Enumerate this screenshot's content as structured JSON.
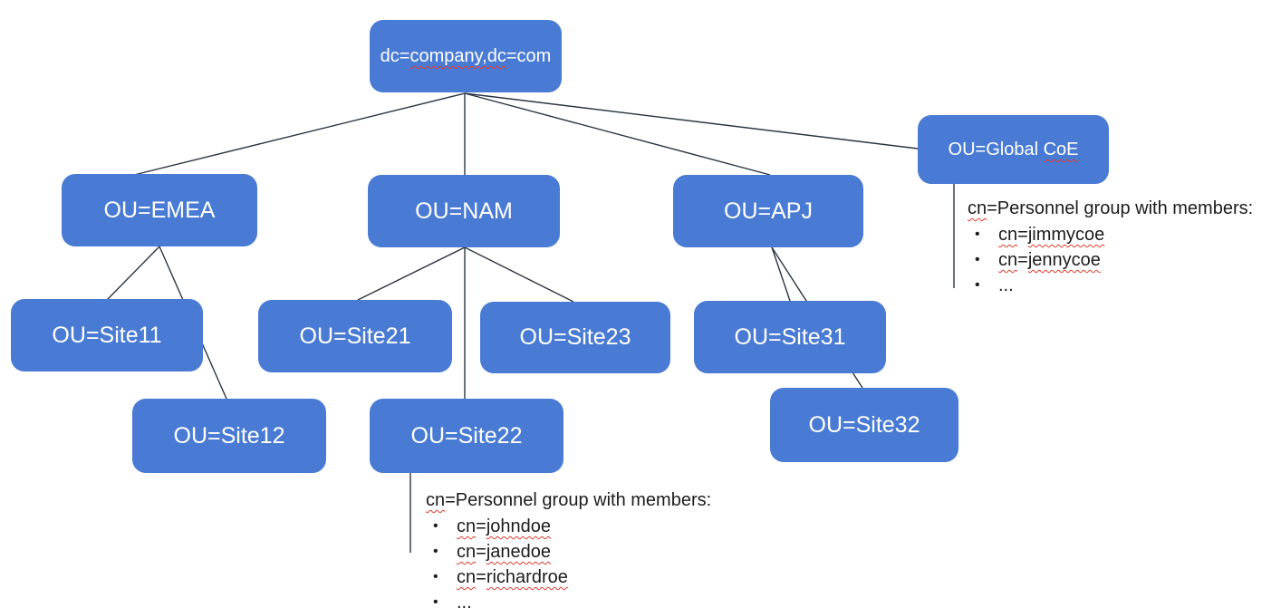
{
  "colors": {
    "box_fill": "#4a7bd4",
    "box_text": "#ffffff",
    "line": "#2a3642",
    "ann_text": "#1c1c1c",
    "squiggle": "#dd3b31"
  },
  "nodes": {
    "root": {
      "pre": "dc=",
      "sq": "company,dc",
      "post": "=com"
    },
    "emea": {
      "pre": "OU=EMEA",
      "sq": "",
      "post": ""
    },
    "nam": {
      "pre": "OU=NAM",
      "sq": "",
      "post": ""
    },
    "apj": {
      "pre": "OU=APJ",
      "sq": "",
      "post": ""
    },
    "gcoe": {
      "pre": "OU=Global ",
      "sq": "CoE",
      "post": ""
    },
    "site11": {
      "pre": "OU=Site11",
      "sq": "",
      "post": ""
    },
    "site12": {
      "pre": "OU=Site12",
      "sq": "",
      "post": ""
    },
    "site21": {
      "pre": "OU=Site21",
      "sq": "",
      "post": ""
    },
    "site22": {
      "pre": "OU=Site22",
      "sq": "",
      "post": ""
    },
    "site23": {
      "pre": "OU=Site23",
      "sq": "",
      "post": ""
    },
    "site31": {
      "pre": "OU=Site31",
      "sq": "",
      "post": ""
    },
    "site32": {
      "pre": "OU=Site32",
      "sq": "",
      "post": ""
    }
  },
  "annotations": {
    "site22": {
      "bullet": "•",
      "header_flagged": "cn",
      "header_rest": "=Personnel group with members:",
      "items": [
        {
          "a": "cn",
          "b": "=",
          "c": "johndoe"
        },
        {
          "a": "cn",
          "b": "=",
          "c": "janedoe"
        },
        {
          "a": "cn",
          "b": "=",
          "c": "richardroe"
        },
        {
          "a": "",
          "b": "...",
          "c": ""
        }
      ]
    },
    "gcoe": {
      "bullet": "•",
      "header_flagged": "cn",
      "header_rest": "=Personnel group with members:",
      "items": [
        {
          "a": "cn",
          "b": "=",
          "c": "jimmycoe"
        },
        {
          "a": "cn",
          "b": "=",
          "c": "jennycoe"
        },
        {
          "a": "",
          "b": "...",
          "c": ""
        }
      ]
    }
  }
}
